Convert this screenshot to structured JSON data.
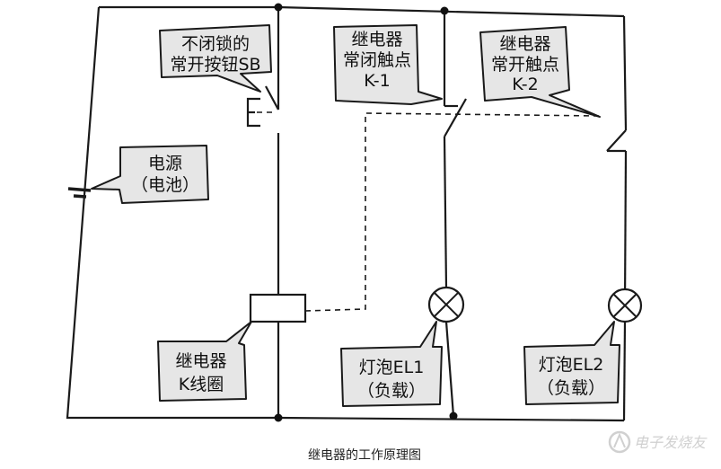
{
  "labels": {
    "switch_sb": [
      "不闭锁的",
      "常开按钮SB"
    ],
    "contact_k1": [
      "继电器",
      "常闭触点",
      "K-1"
    ],
    "contact_k2": [
      "继电器",
      "常开触点",
      "K-2"
    ],
    "power": [
      "电源",
      "（电池）"
    ],
    "coil": [
      "继电器",
      "K线圈"
    ],
    "lamp1": [
      "灯泡EL1",
      "（负载）"
    ],
    "lamp2": [
      "灯泡EL2",
      "（负载）"
    ]
  },
  "caption": "继电器的工作原理图",
  "watermark": "电子发烧友"
}
